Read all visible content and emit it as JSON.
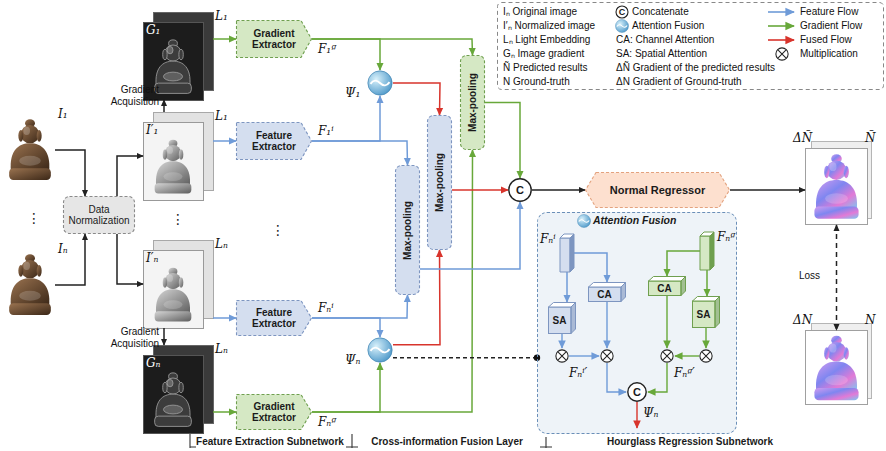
{
  "diagram": {
    "nodes": [
      {
        "text": [
          "Data Normalization"
        ]
      },
      {
        "text": [
          "I₁"
        ]
      },
      {
        "text": [
          "Iₙ"
        ]
      },
      {
        "text": [
          "I′₁",
          "L₁"
        ]
      },
      {
        "text": [
          "I′ₙ",
          "Lₙ"
        ]
      },
      {
        "text": [
          "G₁",
          "L₁"
        ]
      },
      {
        "text": [
          "Gₙ",
          "Lₙ"
        ]
      },
      {
        "text": [
          "Gradient Extractor"
        ]
      },
      {
        "text": [
          "Feature Extractor"
        ]
      },
      {
        "text": [
          "Feature Extractor"
        ]
      },
      {
        "text": [
          "Gradient Extractor"
        ]
      },
      {
        "text": [
          "Ψ₁"
        ]
      },
      {
        "text": [
          "Ψₙ"
        ]
      },
      {
        "text": [
          "Max-pooling"
        ]
      },
      {
        "text": [
          "Max-pooling"
        ]
      },
      {
        "text": [
          "Max-pooling"
        ]
      },
      {
        "text": [
          "C"
        ]
      },
      {
        "text": [
          "Normal Regressor"
        ]
      },
      {
        "text": [
          "ΔÑ",
          "Ñ"
        ]
      },
      {
        "text": [
          "ΔN",
          "N"
        ]
      },
      {
        "text": [
          "Attention Fusion"
        ]
      },
      {
        "text": [
          "Fₙⁱ"
        ],
        "in": 20
      },
      {
        "text": [
          "Fₙᵍ"
        ],
        "in": 20
      },
      {
        "text": [
          "CA"
        ],
        "in": 20
      },
      {
        "text": [
          "CA"
        ],
        "in": 20
      },
      {
        "text": [
          "SA"
        ],
        "in": 20
      },
      {
        "text": [
          "SA"
        ],
        "in": 20
      },
      {
        "text": [
          "C"
        ],
        "in": 20
      }
    ],
    "edges": [
      {
        "from": 1,
        "to": 0,
        "arrow": "to"
      },
      {
        "from": 2,
        "to": 0,
        "arrow": "to"
      },
      {
        "from": 0,
        "to": 3,
        "arrow": "to"
      },
      {
        "from": 0,
        "to": 4,
        "arrow": "to"
      },
      {
        "from": 3,
        "to": 5,
        "arrow": "to",
        "label": "Gradient Acquisition"
      },
      {
        "from": 4,
        "to": 6,
        "arrow": "to",
        "label": "Gradient Acquisition"
      },
      {
        "from": 5,
        "to": 7,
        "arrow": "to"
      },
      {
        "from": 3,
        "to": 8,
        "arrow": "to"
      },
      {
        "from": 4,
        "to": 9,
        "arrow": "to"
      },
      {
        "from": 6,
        "to": 10,
        "arrow": "to"
      },
      {
        "from": 7,
        "to": 11,
        "arrow": "to",
        "label": "F₁ᵍ"
      },
      {
        "from": 7,
        "to": 15,
        "arrow": "to"
      },
      {
        "from": 8,
        "to": 11,
        "arrow": "to"
      },
      {
        "from": 8,
        "to": 13,
        "arrow": "to",
        "label": "F₁ⁱ"
      },
      {
        "from": 9,
        "to": 13,
        "arrow": "to",
        "label": "Fₙⁱ"
      },
      {
        "from": 9,
        "to": 12,
        "arrow": "to"
      },
      {
        "from": 10,
        "to": 12,
        "arrow": "to",
        "label": "Fₙᵍ"
      },
      {
        "from": 10,
        "to": 15,
        "arrow": "to"
      },
      {
        "from": 11,
        "to": 14,
        "arrow": "to"
      },
      {
        "from": 12,
        "to": 14,
        "arrow": "to"
      },
      {
        "from": 12,
        "to": 20,
        "arrow": "none"
      },
      {
        "from": 13,
        "to": 16,
        "arrow": "to"
      },
      {
        "from": 14,
        "to": 16,
        "arrow": "to"
      },
      {
        "from": 15,
        "to": 16,
        "arrow": "to"
      },
      {
        "from": 16,
        "to": 17,
        "arrow": "to"
      },
      {
        "from": 17,
        "to": 18,
        "arrow": "to"
      },
      {
        "from": 18,
        "to": 19,
        "arrow": "both",
        "label": "Loss"
      },
      {
        "from": 21,
        "to": 25,
        "arrow": "to"
      },
      {
        "from": 21,
        "to": 23,
        "arrow": "to"
      },
      {
        "from": 22,
        "to": 24,
        "arrow": "to"
      },
      {
        "from": 22,
        "to": 26,
        "arrow": "to"
      }
    ],
    "labels": [
      "⋮",
      "⋮",
      "⋮",
      "C",
      "Fₙⁱ′",
      "Fₙᵍ′",
      "Ψₙ",
      "Feature Extraction Subnetwork",
      "Cross-information Fusion Layer",
      "Hourglass Regression Subnetwork"
    ],
    "legend": [
      {
        "text": "Iₙ Original image"
      },
      {
        "text": "I′ₙ Normalized image"
      },
      {
        "text": "Lₙ Light Embedding"
      },
      {
        "text": "Gₙ Image gradient"
      },
      {
        "text": "Ñ Predicted results"
      },
      {
        "text": "N Ground-truth"
      },
      {
        "text": "Concatenate"
      },
      {
        "text": "Attention Fusion"
      },
      {
        "text": "CA: Channel Attention"
      },
      {
        "text": "SA: Spatial Attention"
      },
      {
        "text": "ΔÑ Gradient of the predicted results"
      },
      {
        "text": "ΔN Gradient of Ground-truth"
      },
      {
        "text": "Feature Flow"
      },
      {
        "text": "Gradient Flow"
      },
      {
        "text": "Fused Flow"
      },
      {
        "text": "Multiplication"
      }
    ]
  }
}
